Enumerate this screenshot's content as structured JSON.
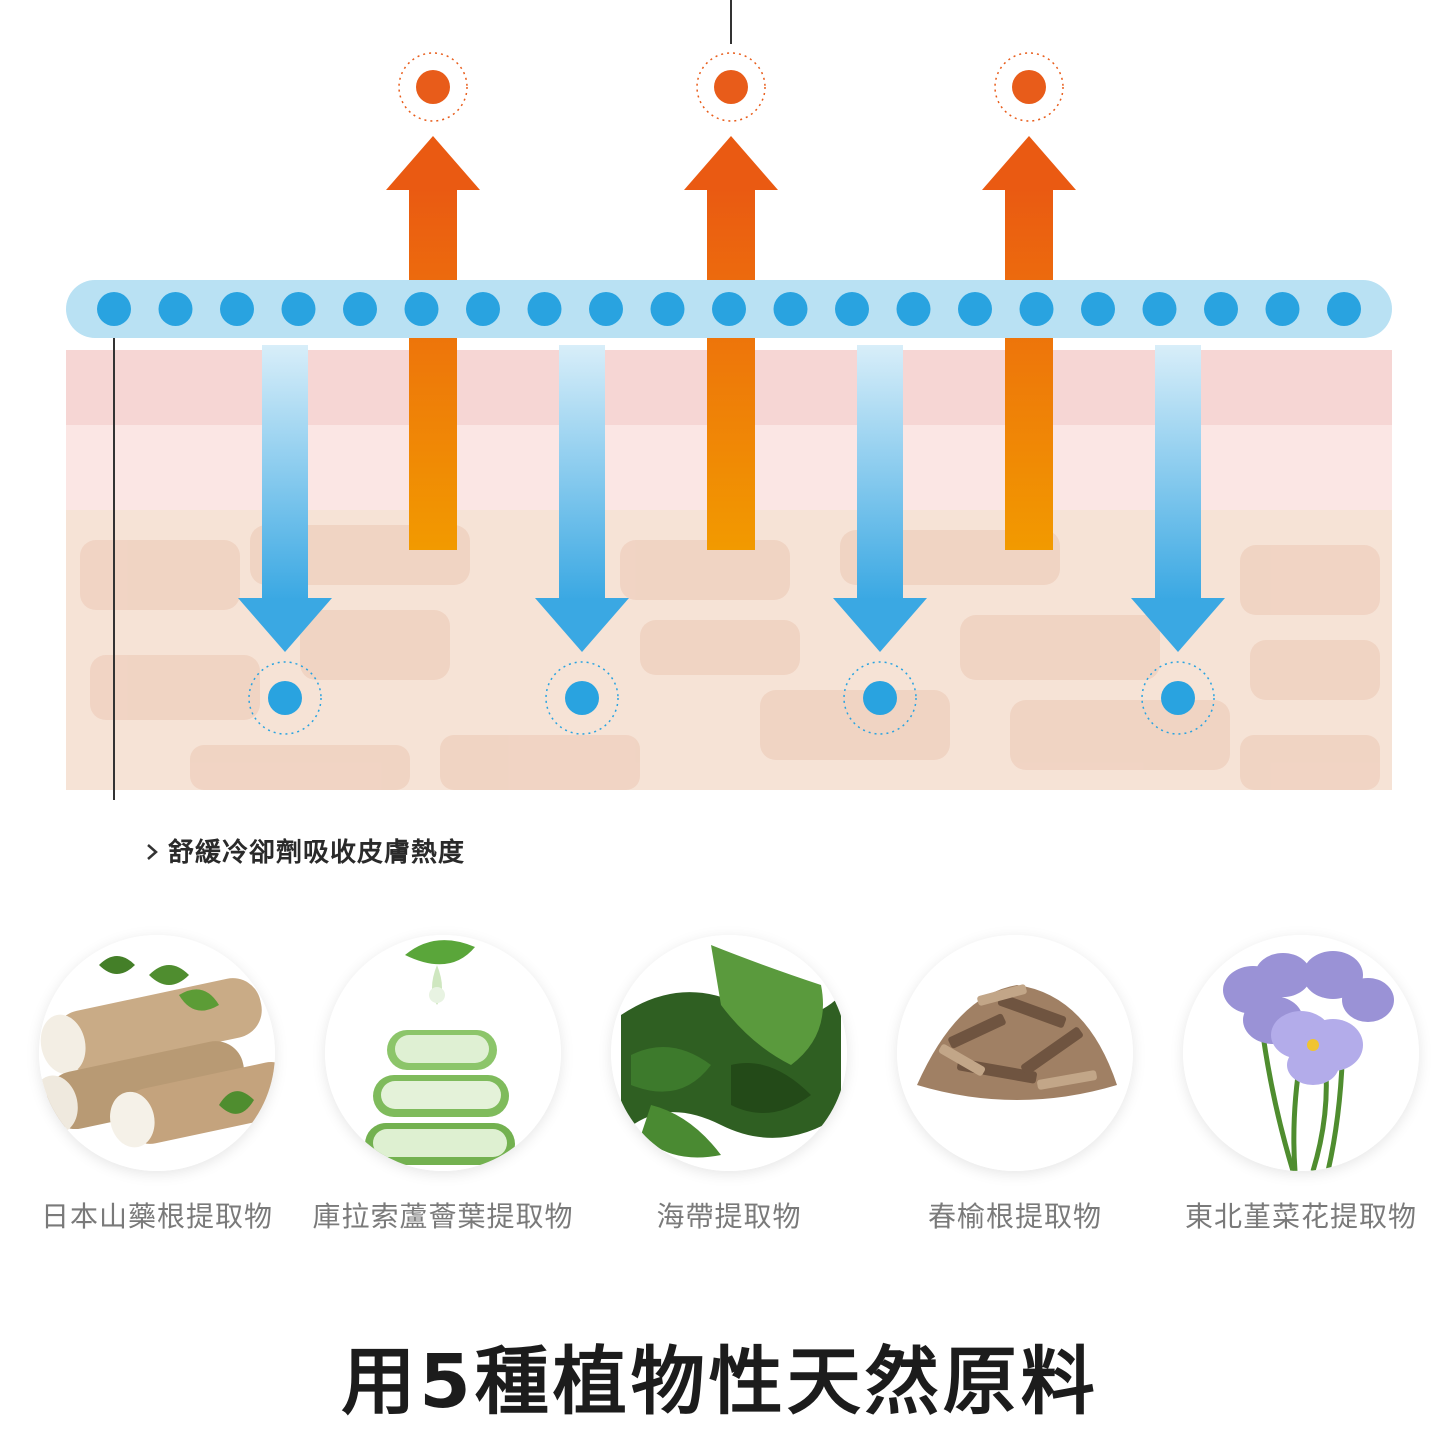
{
  "diagram": {
    "caption": "舒緩冷卻劑吸收皮膚熱度",
    "colors": {
      "cooling_band": "#b9e1f3",
      "cooling_dot": "#29a3e0",
      "heat_arrow_top": "#ea5a12",
      "heat_arrow_bottom": "#f29a00",
      "heat_particle": "#e85c1a",
      "skin_top": "#f6d6d4",
      "skin_mid": "#fbe6e4",
      "skin_deep": "#f6e3d6",
      "skin_cell": "#efcfbd"
    },
    "upward_arrow_count": 3,
    "downward_arrow_count": 4,
    "band_dot_count": 21
  },
  "ingredients": [
    {
      "name": "日本山藥根提取物",
      "icon": "yam-root-photo"
    },
    {
      "name": "庫拉索蘆薈葉提取物",
      "icon": "aloe-leaf-photo"
    },
    {
      "name": "海帶提取物",
      "icon": "kelp-photo"
    },
    {
      "name": "春榆根提取物",
      "icon": "elm-root-photo"
    },
    {
      "name": "東北堇菜花提取物",
      "icon": "violet-flower-photo"
    }
  ],
  "headline": "用5種植物性天然原料"
}
